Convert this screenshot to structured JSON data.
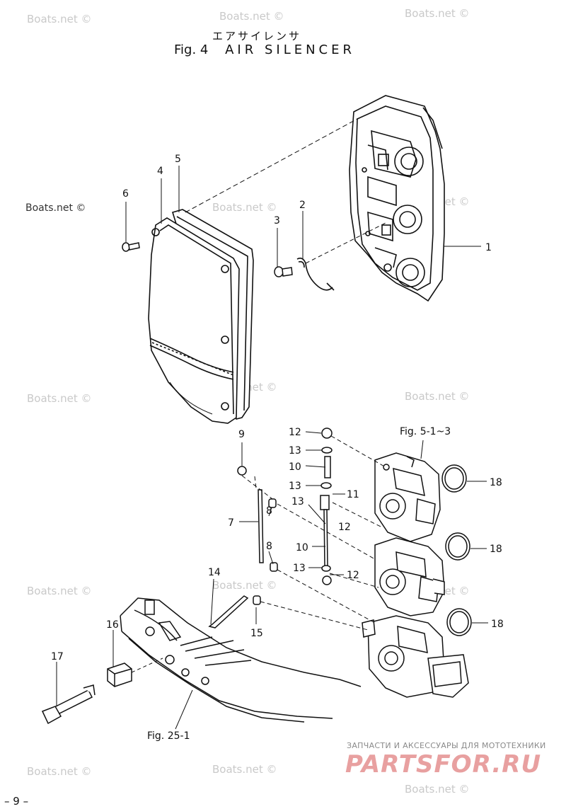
{
  "title": {
    "japanese": "エアサイレンサ",
    "fig": "Fig. 4",
    "name": "AIR SILENCER"
  },
  "callouts": {
    "p1": "1",
    "p2": "2",
    "p3": "3",
    "p4": "4",
    "p5": "5",
    "p6": "6",
    "p7": "7",
    "p8a": "8",
    "p8b": "8",
    "p9": "9",
    "p10a": "10",
    "p10b": "10",
    "p11": "11",
    "p12a": "12",
    "p12b": "12",
    "p12c": "12",
    "p13a": "13",
    "p13b": "13",
    "p13c": "13",
    "p13d": "13",
    "p14": "14",
    "p15": "15",
    "p16": "16",
    "p17": "17",
    "p18a": "18",
    "p18b": "18",
    "p18c": "18"
  },
  "references": {
    "carb": "Fig. 5-1~3",
    "frame": "Fig. 25-1"
  },
  "watermarks": {
    "w1": "Boats.net ©",
    "w2": "Boats.net ©",
    "w3": "Boats.net ©",
    "w4": "Boats.net ©",
    "w5": "Boats.net ©",
    "w6": "Boats.net ©",
    "w7": "Boats.net ©",
    "w8": "Boats.net ©",
    "w9": "Boats.net ©",
    "w10": "Boats.net ©",
    "w11": "Boats.net ©",
    "w12": "Boats.net ©",
    "w13": "Boats.net ©",
    "w14": "Boats.net ©",
    "w15": "Boats.net ©"
  },
  "page_number": "– 9 –",
  "brand": {
    "tagline": "ЗАПЧАСТИ И АКСЕССУАРЫ ДЛЯ МОТОТЕХНИКИ",
    "logo": "PARTSFOR.RU"
  }
}
